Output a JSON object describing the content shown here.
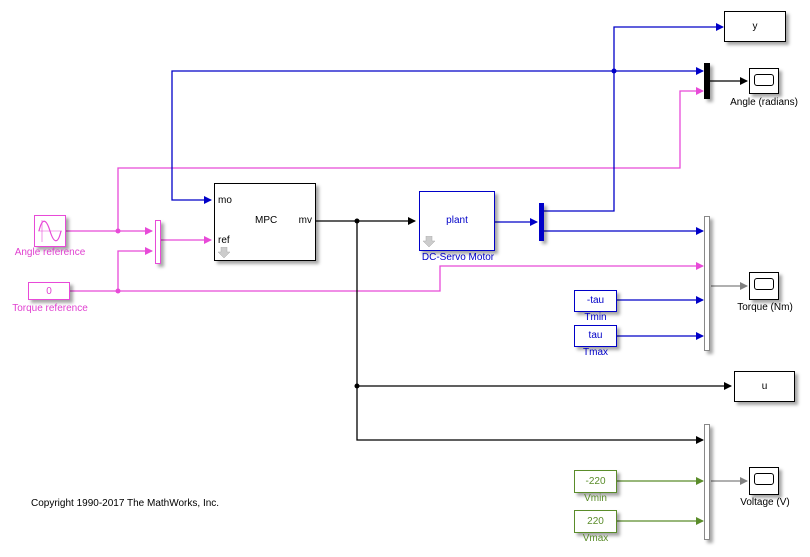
{
  "colors": {
    "pink": "#e84ad8",
    "blue": "#0000c8",
    "black": "#000000",
    "green": "#5a8c2a",
    "gray": "#808080"
  },
  "blocks": {
    "angle_reference": {
      "label": "Angle reference",
      "icon": "sine-wave-icon"
    },
    "torque_reference": {
      "label": "Torque reference",
      "value": "0"
    },
    "mpc": {
      "title": "MPC",
      "ports_in": [
        "mo",
        "ref"
      ],
      "ports_out": [
        "mv"
      ]
    },
    "plant": {
      "title": "plant",
      "label": "DC-Servo Motor"
    },
    "out_y": {
      "label": "y"
    },
    "out_u": {
      "label": "u"
    },
    "scope_angle": {
      "label": "Angle (radians)"
    },
    "scope_torque": {
      "label": "Torque (Nm)"
    },
    "scope_voltage": {
      "label": "Voltage (V)"
    },
    "tmin": {
      "value": "-tau",
      "label": "Tmin"
    },
    "tmax": {
      "value": "tau",
      "label": "Tmax"
    },
    "vmin": {
      "value": "-220",
      "label": "Vmin"
    },
    "vmax": {
      "value": "220",
      "label": "Vmax"
    }
  },
  "copyright": "Copyright 1990-2017 The MathWorks, Inc."
}
